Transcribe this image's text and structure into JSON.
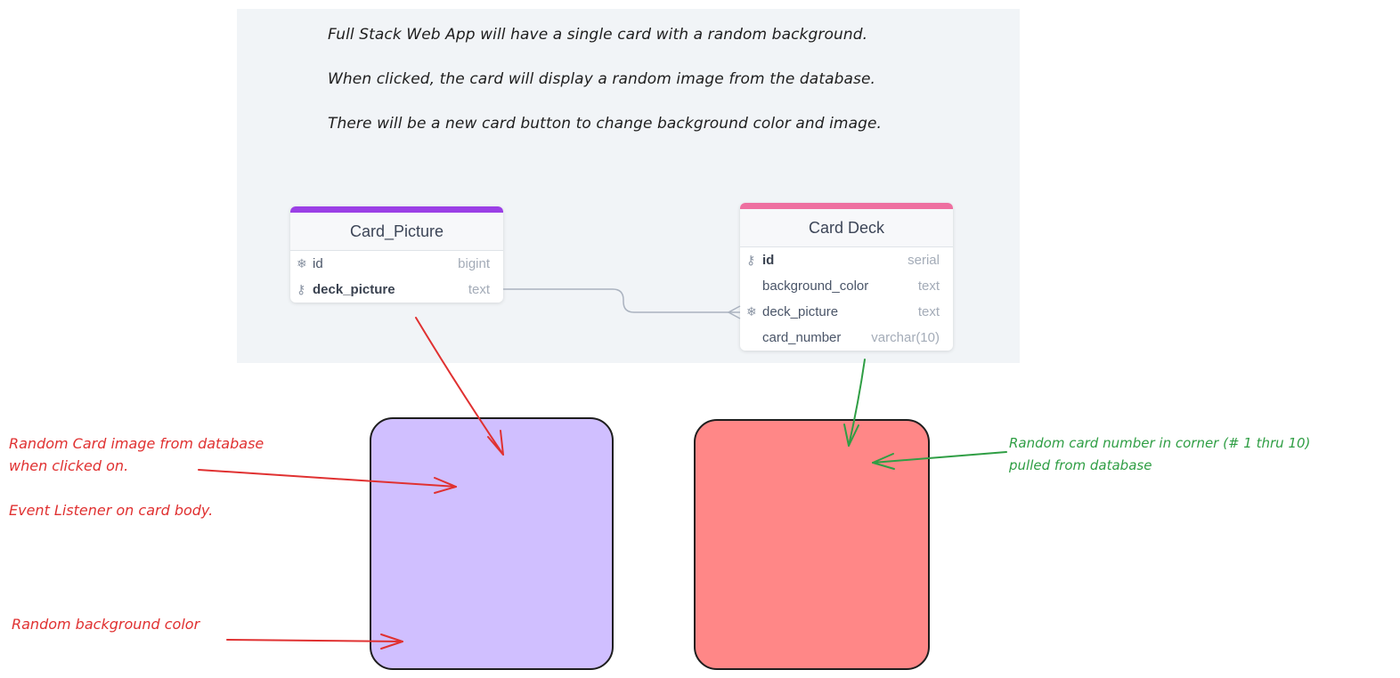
{
  "notes": [
    "Full Stack Web App will have a single card with a random background.",
    "When clicked, the card will display a random image from the database.",
    "There will be a new card button to change background color and image."
  ],
  "tables": {
    "card_picture": {
      "title": "Card_Picture",
      "accent": "#9b3fe6",
      "fields": [
        {
          "name": "id",
          "type": "bigint",
          "icon": "snowflake-icon"
        },
        {
          "name": "deck_picture",
          "type": "text",
          "icon": "key-icon"
        }
      ]
    },
    "card_deck": {
      "title": "Card Deck",
      "accent": "#ee6fa0",
      "fields": [
        {
          "name": "id",
          "type": "serial",
          "icon": "key-icon"
        },
        {
          "name": "background_color",
          "type": "text",
          "icon": ""
        },
        {
          "name": "deck_picture",
          "type": "text",
          "icon": "snowflake-icon"
        },
        {
          "name": "card_number",
          "type": "varchar(10)",
          "icon": ""
        }
      ]
    }
  },
  "cards": {
    "left": {
      "color": "#d0bfff"
    },
    "right": {
      "color": "#ff8787"
    }
  },
  "annotations": {
    "red_color": "#e03131",
    "green_color": "#2f9e44",
    "image_line1": "Random Card image from database",
    "image_line2": "when clicked on.",
    "listener": "Event Listener on card body.",
    "background": "Random background color",
    "number_line1": "Random card number in corner (# 1 thru 10)",
    "number_line2": "pulled from database"
  }
}
